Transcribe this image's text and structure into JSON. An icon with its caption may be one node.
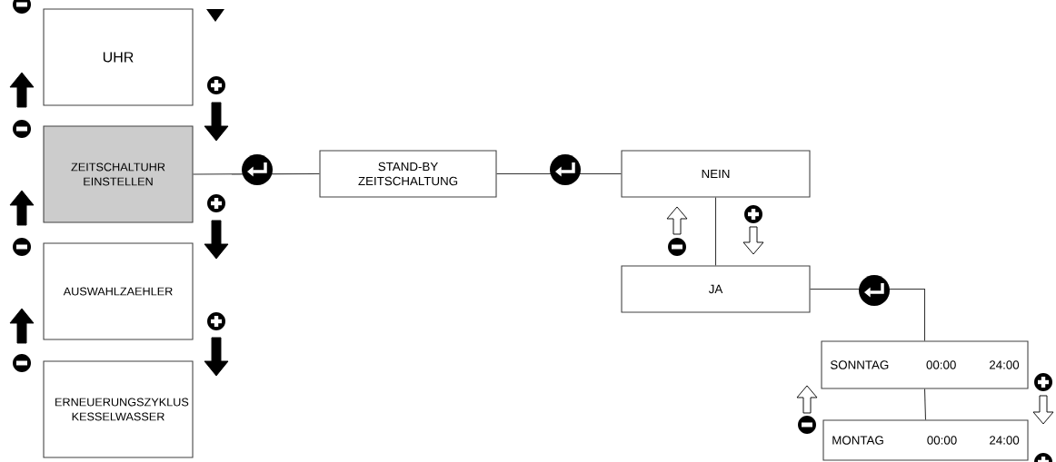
{
  "diagram": {
    "nodes": [
      {
        "text": [
          "UHR"
        ]
      },
      {
        "text": [
          "ZEITSCHALTUHR EINSTELLEN"
        ]
      },
      {
        "text": [
          "AUSWAHLZAEHLER"
        ]
      },
      {
        "text": [
          "ERNEUERUNGSZYKLUS KESSELWASSER"
        ]
      },
      {
        "text": [
          "STAND-BY ZEITSCHALTUNG"
        ]
      },
      {
        "text": [
          "NEIN"
        ]
      },
      {
        "text": [
          "JA"
        ]
      },
      {
        "text": [
          "SONNTAG",
          "00:00",
          "24:00"
        ]
      },
      {
        "text": [
          "MONTAG",
          "00:00",
          "24:00"
        ]
      }
    ],
    "edges": [
      {
        "from": 1,
        "to": 4,
        "arrow": "none"
      },
      {
        "from": 4,
        "to": 5,
        "arrow": "none"
      },
      {
        "from": 5,
        "to": 6,
        "arrow": "none"
      },
      {
        "from": 6,
        "to": 7,
        "arrow": "none"
      },
      {
        "from": 7,
        "to": 8,
        "arrow": "none"
      },
      {
        "from": 0,
        "to": 1,
        "arrow": "to",
        "style": "thick"
      },
      {
        "from": 1,
        "to": 2,
        "arrow": "to",
        "style": "thick"
      },
      {
        "from": 2,
        "to": 3,
        "arrow": "to",
        "style": "thick"
      },
      {
        "from": 1,
        "to": 0,
        "arrow": "to",
        "style": "thick"
      },
      {
        "from": 2,
        "to": 1,
        "arrow": "to",
        "style": "thick"
      },
      {
        "from": 3,
        "to": 2,
        "arrow": "to",
        "style": "thick"
      },
      {
        "from": 6,
        "to": 5,
        "arrow": "to"
      },
      {
        "from": 5,
        "to": 6,
        "arrow": "to"
      },
      {
        "from": 8,
        "to": 7,
        "arrow": "to"
      },
      {
        "from": 7,
        "to": 8,
        "arrow": "to"
      }
    ]
  }
}
